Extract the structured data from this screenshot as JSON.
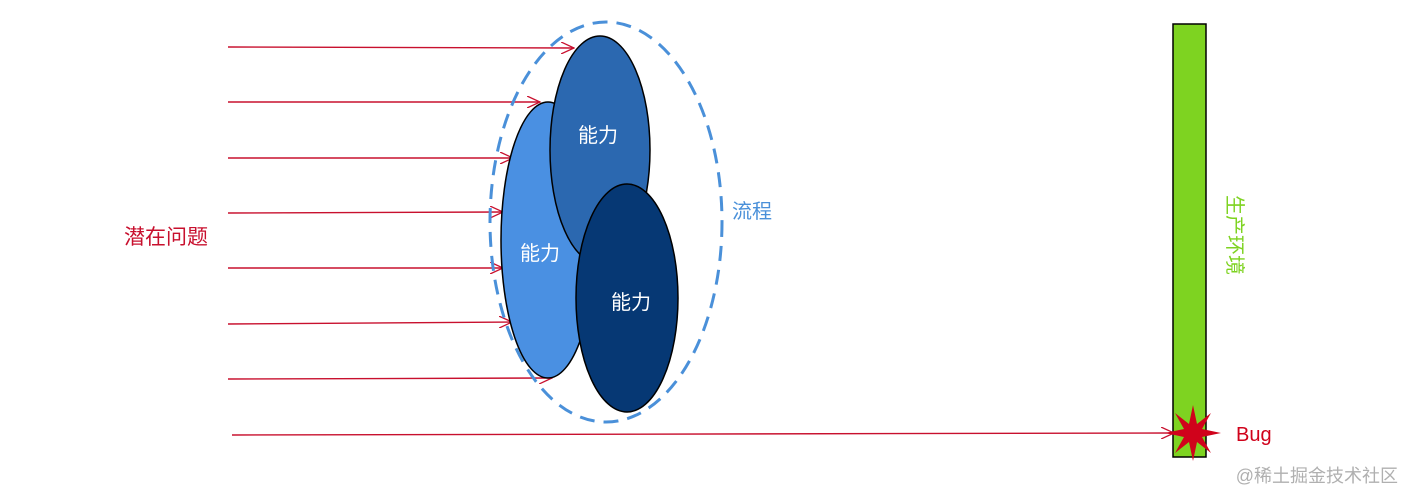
{
  "labels": {
    "latent_issues": "潜在问题",
    "process": "流程",
    "capability_1": "能力",
    "capability_2": "能力",
    "capability_3": "能力",
    "production": "生产环境",
    "bug": "Bug",
    "watermark": "@稀土掘金技术社区"
  },
  "colors": {
    "arrow": "#c8102e",
    "process_outline": "#4a90d9",
    "capability_light": "#4a90e2",
    "capability_mid": "#2b68b0",
    "capability_dark": "#063874",
    "production_bar": "#7ed321",
    "production_text": "#7ed321",
    "bug": "#d0021b",
    "watermark": "#b0b0b0"
  },
  "arrow_count": 8
}
